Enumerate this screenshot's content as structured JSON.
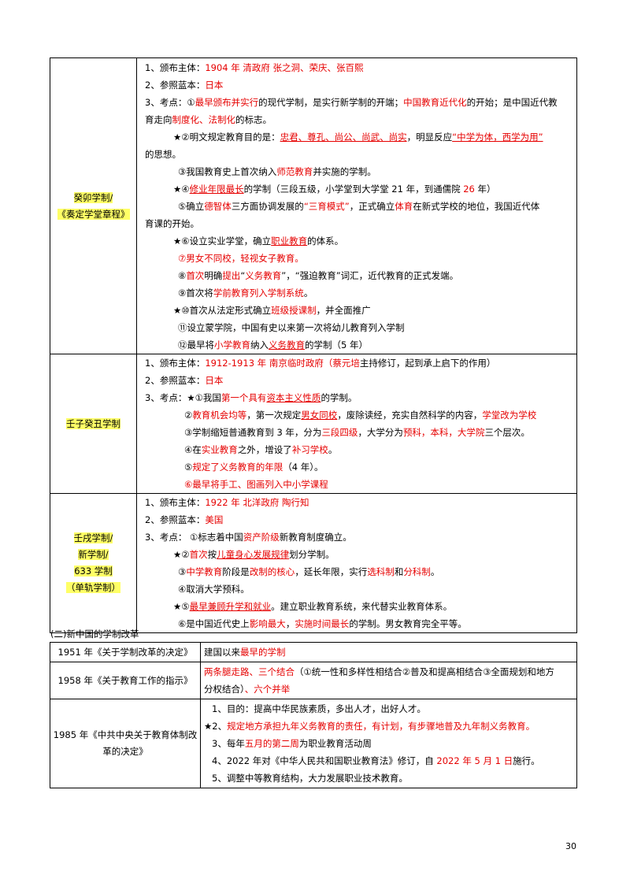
{
  "section1": {
    "row1": {
      "label_lines": [
        "癸卯学制/",
        "《奏定学堂章程》"
      ],
      "lines": [
        {
          "indent": "i1",
          "segs": [
            [
              "1、颁布主体：",
              ""
            ],
            [
              "1904 年  清政府  张之洞、荣庆、张百熙",
              "r"
            ]
          ]
        },
        {
          "indent": "i1",
          "segs": [
            [
              "2、参照蓝本：",
              ""
            ],
            [
              "日本",
              "r"
            ]
          ]
        },
        {
          "indent": "i1",
          "segs": [
            [
              "3、考点：①",
              ""
            ],
            [
              "最早颁布并实行",
              "r"
            ],
            [
              "的现代学制，是实行新学制的开端；",
              ""
            ],
            [
              "中国教育近代化",
              "r"
            ],
            [
              "的开始；是中国近代教",
              ""
            ]
          ]
        },
        {
          "indent": "i1",
          "segs": [
            [
              "育走向",
              ""
            ],
            [
              "制度化、法制化",
              "r"
            ],
            [
              "的标志。",
              ""
            ]
          ]
        },
        {
          "indent": "i2",
          "segs": [
            [
              "★②明文规定教育目的是：",
              ""
            ],
            [
              "忠君、尊孔、尚公、尚武、尚实",
              "r u"
            ],
            [
              "，明显反应",
              ""
            ],
            [
              "“中学为体，西学为用”",
              "r u"
            ]
          ]
        },
        {
          "indent": "i1",
          "segs": [
            [
              "的思想。",
              ""
            ]
          ]
        },
        {
          "indent": "i3",
          "segs": [
            [
              "③我国教育史上首次纳入",
              ""
            ],
            [
              "师范教育",
              "r"
            ],
            [
              "并实施的学制。",
              ""
            ]
          ]
        },
        {
          "indent": "i2",
          "segs": [
            [
              "★④",
              ""
            ],
            [
              "修业年限最长",
              "r u"
            ],
            [
              "的学制（三段五级，小学堂到大学堂 21 年，到通儒院 ",
              ""
            ],
            [
              "26",
              "r"
            ],
            [
              " 年）",
              ""
            ]
          ]
        },
        {
          "indent": "i3",
          "segs": [
            [
              "⑤确立",
              ""
            ],
            [
              "德智体",
              "r"
            ],
            [
              "三方面协调发展的",
              ""
            ],
            [
              "“三育模式”",
              "r"
            ],
            [
              "，正式确立",
              ""
            ],
            [
              "体育",
              "r"
            ],
            [
              "在新式学校的地位，我国近代体",
              ""
            ]
          ]
        },
        {
          "indent": "i1",
          "segs": [
            [
              "育课的开始。",
              ""
            ]
          ]
        },
        {
          "indent": "i2",
          "segs": [
            [
              "★⑥设立实业学堂，确立",
              ""
            ],
            [
              "职业教育",
              "r u"
            ],
            [
              "的体系。",
              ""
            ]
          ]
        },
        {
          "indent": "i3",
          "segs": [
            [
              "⑦男女不同校，轻视女子教育。",
              "r"
            ]
          ]
        },
        {
          "indent": "i3",
          "segs": [
            [
              "⑧",
              ""
            ],
            [
              "首次",
              "r"
            ],
            [
              "明确",
              ""
            ],
            [
              "提出",
              "r"
            ],
            [
              "“",
              ""
            ],
            [
              "义务教育",
              "r"
            ],
            [
              "”，“强迫教育”词汇，近代教育的正式发端。",
              ""
            ]
          ]
        },
        {
          "indent": "i3",
          "segs": [
            [
              "⑨首次将",
              ""
            ],
            [
              "学前教育列入学制系统",
              "r"
            ],
            [
              "。",
              ""
            ]
          ]
        },
        {
          "indent": "i2",
          "segs": [
            [
              "★⑩首次从法定形式确立",
              ""
            ],
            [
              "班级授课制",
              "r"
            ],
            [
              "，并全面推广",
              ""
            ]
          ]
        },
        {
          "indent": "i3",
          "segs": [
            [
              "⑪设立蒙学院，中国有史以来第一次将幼儿教育列入学制",
              ""
            ]
          ]
        },
        {
          "indent": "i3",
          "segs": [
            [
              "⑫最早将",
              ""
            ],
            [
              "小学教育",
              "r"
            ],
            [
              "纳入",
              ""
            ],
            [
              "义务教育",
              "r u"
            ],
            [
              "的学制（5 年）",
              ""
            ]
          ]
        }
      ]
    },
    "row2": {
      "label_lines": [
        "壬子癸丑学制"
      ],
      "lines": [
        {
          "indent": "i1",
          "segs": [
            [
              "1、颁布主体：",
              ""
            ],
            [
              "1912-1913 年  南京临时政府（蔡元培",
              "r"
            ],
            [
              "主持修订，起到承上启下的作用）",
              ""
            ]
          ]
        },
        {
          "indent": "i1",
          "segs": [
            [
              "2、参照蓝本：",
              ""
            ],
            [
              "日本",
              "r"
            ]
          ]
        },
        {
          "indent": "i1",
          "segs": [
            [
              "3、考点：★①我国",
              ""
            ],
            [
              "第一个具有",
              "r"
            ],
            [
              "资本主义性质",
              "r u"
            ],
            [
              "的学制。",
              ""
            ]
          ]
        },
        {
          "indent": "i4",
          "segs": [
            [
              "②",
              ""
            ],
            [
              "教育机会均等",
              "r"
            ],
            [
              "，第一次规定",
              ""
            ],
            [
              "男女同校",
              "r u"
            ],
            [
              "，废除读经，充实自然科学的内容，",
              ""
            ],
            [
              "学堂改为学校",
              "r"
            ]
          ]
        },
        {
          "indent": "i4",
          "segs": [
            [
              "③学制缩短普通教育到 3 年，分为",
              ""
            ],
            [
              "三段四级",
              "r"
            ],
            [
              "，大学分为",
              ""
            ],
            [
              "预科，本科，大学院",
              "r"
            ],
            [
              "三个层次。",
              ""
            ]
          ]
        },
        {
          "indent": "i4",
          "segs": [
            [
              "④在",
              ""
            ],
            [
              "实业教育",
              "r"
            ],
            [
              "之外，增设了",
              ""
            ],
            [
              "补习学校",
              "r"
            ],
            [
              "。",
              ""
            ]
          ]
        },
        {
          "indent": "i4",
          "segs": [
            [
              "⑤",
              ""
            ],
            [
              "规定了义务教育的年限",
              "r"
            ],
            [
              "（4 年）。",
              ""
            ]
          ]
        },
        {
          "indent": "i4",
          "segs": [
            [
              "⑥最早将手工、图画列入中小学课程",
              "r"
            ]
          ]
        }
      ]
    },
    "row3": {
      "label_lines": [
        "壬戌学制/",
        "新学制/",
        "633 学制",
        "（单轨学制）"
      ],
      "lines": [
        {
          "indent": "i1",
          "segs": [
            [
              "1、颁布主体：",
              ""
            ],
            [
              "1922 年  北洋政府  陶行知",
              "r"
            ]
          ]
        },
        {
          "indent": "i1",
          "segs": [
            [
              "2、参照蓝本：",
              ""
            ],
            [
              "美国",
              "r"
            ]
          ]
        },
        {
          "indent": "i1",
          "segs": [
            [
              "3、考点：  ①标志着中国",
              ""
            ],
            [
              "资产阶级",
              "r"
            ],
            [
              "新教育制度确立。",
              ""
            ]
          ]
        },
        {
          "indent": "i2",
          "segs": [
            [
              "★②",
              ""
            ],
            [
              "首次",
              "r"
            ],
            [
              "按",
              ""
            ],
            [
              "儿童身心发展规律",
              "r u"
            ],
            [
              "划分学制。",
              ""
            ]
          ]
        },
        {
          "indent": "i3",
          "segs": [
            [
              "③",
              ""
            ],
            [
              "中学教育",
              "r"
            ],
            [
              "阶段是",
              ""
            ],
            [
              "改制的核心",
              "r"
            ],
            [
              "，延长年限，实行",
              ""
            ],
            [
              "选科制",
              "r"
            ],
            [
              "和",
              ""
            ],
            [
              "分科制",
              "r"
            ],
            [
              "。",
              ""
            ]
          ]
        },
        {
          "indent": "i3",
          "segs": [
            [
              "④取消大学预科。",
              ""
            ]
          ]
        },
        {
          "indent": "i2",
          "segs": [
            [
              "★⑤",
              ""
            ],
            [
              "最早兼顾升学和就业",
              "r u"
            ],
            [
              "。建立职业教育系统，来代替实业教育体系。",
              ""
            ]
          ]
        },
        {
          "indent": "i3",
          "segs": [
            [
              "⑥是中国近代史上",
              ""
            ],
            [
              "影响最大",
              "r"
            ],
            [
              "，",
              ""
            ],
            [
              "实施时间最长",
              "r"
            ],
            [
              "的学制。男女教育完全平等。",
              ""
            ]
          ]
        }
      ]
    }
  },
  "section2": {
    "title": "(二)新中国的学制改革",
    "rows": [
      {
        "label_lines": [
          "1951 年《关于学制改革的决定》"
        ],
        "lines": [
          {
            "indent": "",
            "segs": [
              [
                "建国以来",
                ""
              ],
              [
                "最早的学制",
                "r"
              ]
            ]
          }
        ]
      },
      {
        "label_lines": [
          "1958 年《关于教育工作的指示》"
        ],
        "lines": [
          {
            "indent": "",
            "segs": [
              [
                "两条腿走路、三个结合",
                "r"
              ],
              [
                "（①统一性和多样性相结合②普及和提高相结合③全面规划和地方",
                ""
              ]
            ]
          },
          {
            "indent": "",
            "segs": [
              [
                "分权结合）",
                ""
              ],
              [
                "、六个并举",
                "r"
              ]
            ]
          }
        ]
      },
      {
        "label_lines": [
          "1985 年《中共中央关于教育体制改",
          "革的决定》"
        ],
        "lines": [
          {
            "indent": "i1",
            "segs": [
              [
                "1、目的：提高中华民族素质，多出人才，出好人才。",
                ""
              ]
            ]
          },
          {
            "indent": "",
            "segs": [
              [
                "★2、",
                ""
              ],
              [
                "规定地方承担九年义务教育的责任，有计划，有步骤地普及九年制义务教育。",
                "r"
              ]
            ]
          },
          {
            "indent": "i1",
            "segs": [
              [
                "3、每年",
                ""
              ],
              [
                "五月的第二周",
                "r"
              ],
              [
                "为职业教育活动周",
                ""
              ]
            ]
          },
          {
            "indent": "i1",
            "segs": [
              [
                "4、2022 年对《中华人民共和国职业教育法》修订，自 ",
                ""
              ],
              [
                "2022 年 5 月 1 日",
                "r"
              ],
              [
                "施行。",
                ""
              ]
            ]
          },
          {
            "indent": "i1",
            "segs": [
              [
                "5、调整中等教育结构，大力发展职业技术教育。",
                ""
              ]
            ]
          }
        ]
      }
    ]
  },
  "page_number": "30",
  "colors": {
    "emphasis": "#e60000",
    "highlight": "#ffff66",
    "border": "#000000"
  }
}
